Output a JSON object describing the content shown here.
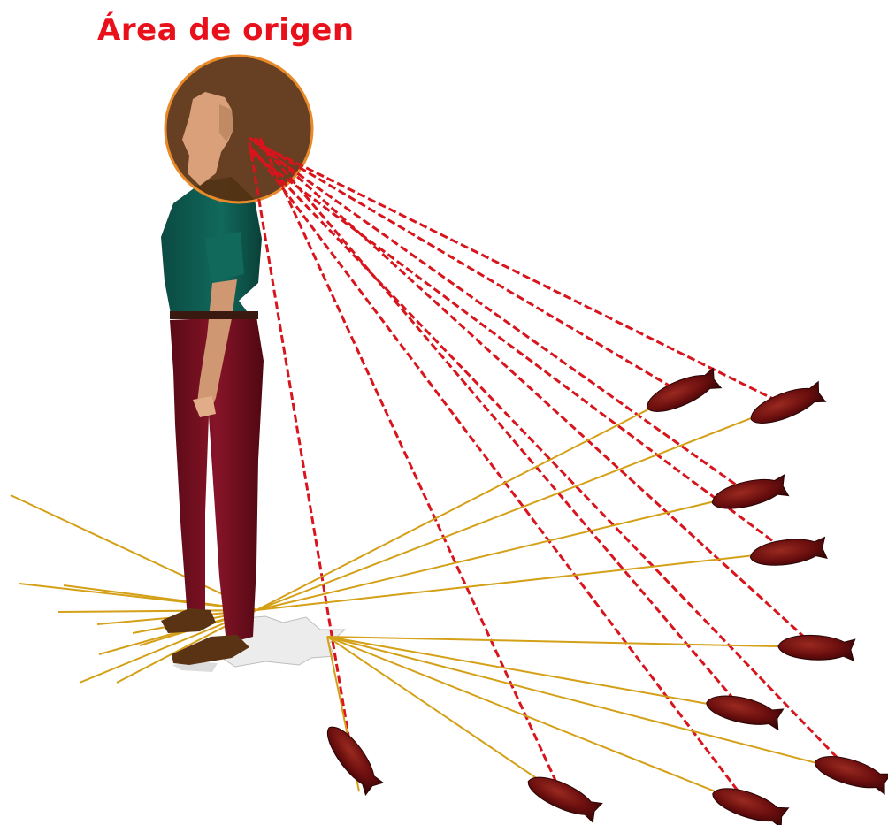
{
  "title": "Área de origen",
  "colors": {
    "title": "#e8101a",
    "trajectory_dashed": "#d8141c",
    "trajectory_solid": "#d4a017",
    "projectile": "#6a0e0e",
    "origin_circle_fill": "#5a3010",
    "origin_circle_stroke": "#e88a2a",
    "shirt": "#0e5a50",
    "pants": "#7a1020",
    "skin": "#d9a07a",
    "shoes": "#5a3214",
    "impact_area": "#e6e6e6"
  },
  "icons": [
    "person-figure",
    "origin-circle",
    "projectile-drop",
    "impact-pattern"
  ]
}
